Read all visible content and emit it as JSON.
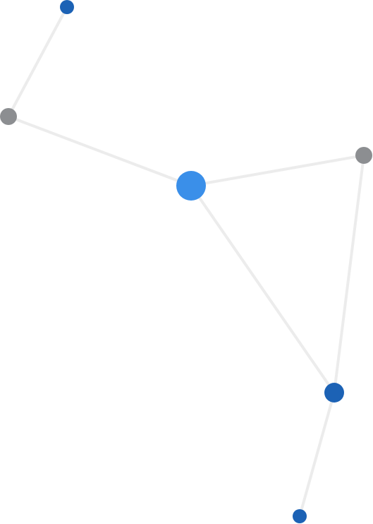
{
  "graph": {
    "colors": {
      "edge": "#ececec",
      "hub": "#3a8fe9",
      "primary": "#1c62b5",
      "secondary": "#8c8e91",
      "background": "#ffffff"
    },
    "nodes": [
      {
        "id": "hub",
        "kind": "hub"
      },
      {
        "id": "top",
        "kind": "primary"
      },
      {
        "id": "left",
        "kind": "secondary"
      },
      {
        "id": "right",
        "kind": "secondary"
      },
      {
        "id": "lower-right",
        "kind": "primary"
      },
      {
        "id": "bottom",
        "kind": "primary"
      }
    ],
    "edges": [
      {
        "source": "top",
        "target": "left"
      },
      {
        "source": "left",
        "target": "hub"
      },
      {
        "source": "hub",
        "target": "right"
      },
      {
        "source": "hub",
        "target": "lower-right"
      },
      {
        "source": "right",
        "target": "lower-right"
      },
      {
        "source": "lower-right",
        "target": "bottom"
      }
    ]
  }
}
